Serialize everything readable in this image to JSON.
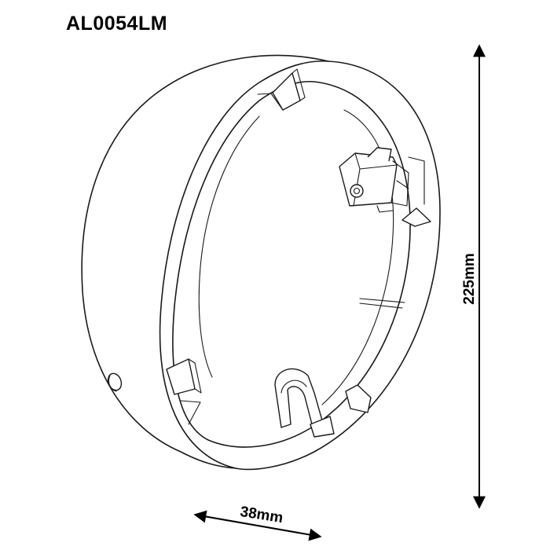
{
  "model_code": "AL0054LM",
  "dimensions": {
    "height_label": "225mm",
    "depth_label": "38mm"
  }
}
